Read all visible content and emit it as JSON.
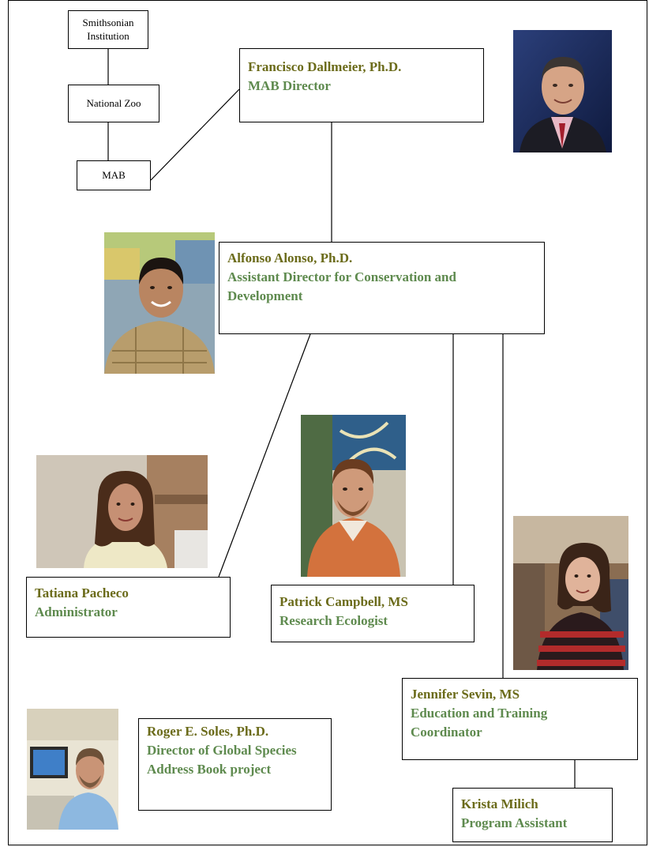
{
  "hierarchy": {
    "smithsonian": "Smithsonian Institution",
    "national_zoo": "National Zoo",
    "mab": "MAB"
  },
  "people": {
    "dallmeier": {
      "name": "Francisco Dallmeier, Ph.D.",
      "role": "MAB Director"
    },
    "alonso": {
      "name": "Alfonso Alonso, Ph.D.",
      "role": "Assistant Director for Conservation and Development"
    },
    "pacheco": {
      "name": "Tatiana Pacheco",
      "role": "Administrator"
    },
    "campbell": {
      "name": "Patrick Campbell, MS",
      "role": "Research Ecologist"
    },
    "sevin": {
      "name": "Jennifer Sevin, MS",
      "role": "Education and Training Coordinator"
    },
    "soles": {
      "name": "Roger E. Soles, Ph.D.",
      "role": "Director of Global Species Address Book project"
    },
    "milich": {
      "name": "Krista Milich",
      "role": "Program Assistant"
    }
  },
  "colors": {
    "name": "#6b6b1a",
    "role": "#5e8a4e",
    "border": "#000000"
  }
}
